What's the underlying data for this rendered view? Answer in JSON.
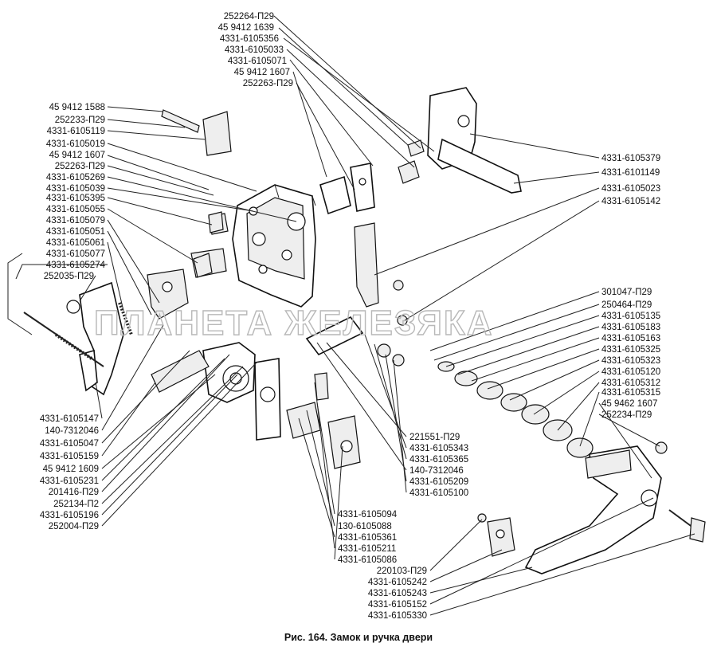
{
  "caption": "Рис. 164. Замок и ручка двери",
  "watermark": "ПЛАНЕТА ЖЕЛЕЗЯКА",
  "labels": {
    "l01": "252264-П29",
    "l02": "45 9412 1639",
    "l03": "4331-6105356",
    "l04": "4331-6105033",
    "l05": "4331-6105071",
    "l06": "45 9412 1607",
    "l07": "252263-П29",
    "l08": "45 9412 1588",
    "l09": "252233-П29",
    "l10": "4331-6105119",
    "l11": "4331-6105019",
    "l12": "45 9412 1607",
    "l13": "252263-П29",
    "l14": "4331-6105269",
    "l15": "4331-6105039",
    "l16": "4331-6105395",
    "l17": "4331-6105055",
    "l18": "4331-6105079",
    "l19": "4331-6105051",
    "l20": "4331-6105061",
    "l21": "4331-6105077",
    "l22": "4331-6105274",
    "l23": "252035-П29",
    "l24": "4331-6105379",
    "l25": "4331-6101149",
    "l26": "4331-6105023",
    "l27": "4331-6105142",
    "l28": "301047-П29",
    "l29": "250464-П29",
    "l30": "4331-6105135",
    "l31": "4331-6105183",
    "l32": "4331-6105163",
    "l33": "4331-6105325",
    "l34": "4331-6105323",
    "l35": "4331-6105120",
    "l36": "4331-6105312",
    "l37": "4331-6105315",
    "l38": "45 9462 1607",
    "l39": "252234-П29",
    "l40": "4331-6105147",
    "l41": "140-7312046",
    "l42": "4331-6105047",
    "l43": "4331-6105159",
    "l44": "45 9412 1609",
    "l45": "4331-6105231",
    "l46": "201416-П29",
    "l47": "252134-П2",
    "l48": "4331-6105196",
    "l49": "252004-П29",
    "l50": "221551-П29",
    "l51": "4331-6105343",
    "l52": "4331-6105365",
    "l53": "140-7312046",
    "l54": "4331-6105209",
    "l55": "4331-6105100",
    "l56": "4331-6105094",
    "l57": "130-6105088",
    "l58": "4331-6105361",
    "l59": "4331-6105211",
    "l60": "4331-6105086",
    "l61": "220103-П29",
    "l62": "4331-6105242",
    "l63": "4331-6105243",
    "l64": "4331-6105152",
    "l65": "4331-6105330"
  }
}
